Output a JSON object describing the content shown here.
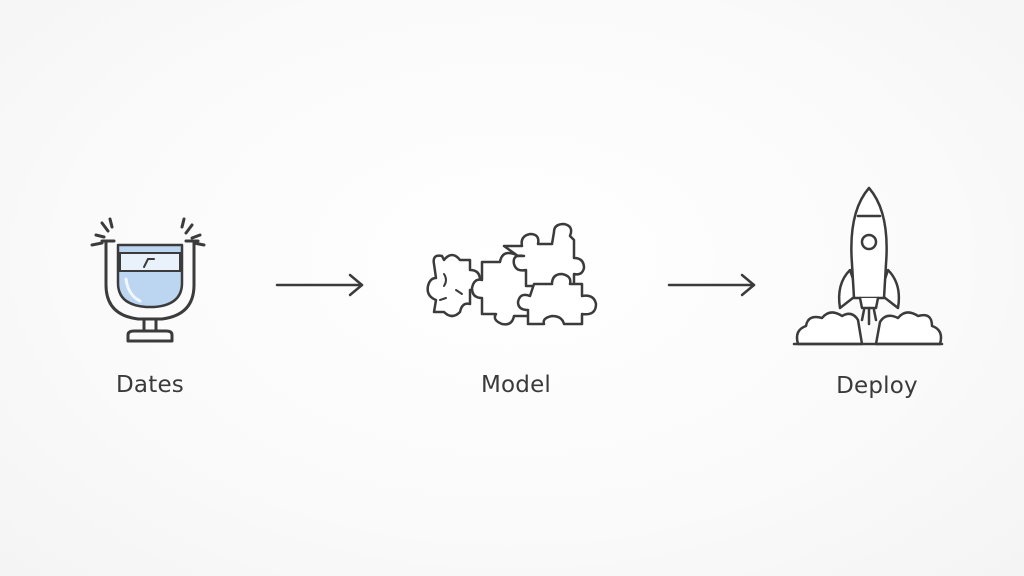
{
  "diagram": {
    "stages": [
      {
        "label": "Dates",
        "icon": "data-beaker-icon"
      },
      {
        "label": "Model",
        "icon": "puzzle-pieces-icon"
      },
      {
        "label": "Deploy",
        "icon": "rocket-launch-icon"
      }
    ],
    "connectors": [
      {
        "from": "Dates",
        "to": "Model"
      },
      {
        "from": "Model",
        "to": "Deploy"
      }
    ],
    "colors": {
      "stroke": "#3b3b3b",
      "liquid": "#bcd6f2",
      "label": "#3a3a3a",
      "background": "#fbfbfb"
    }
  }
}
